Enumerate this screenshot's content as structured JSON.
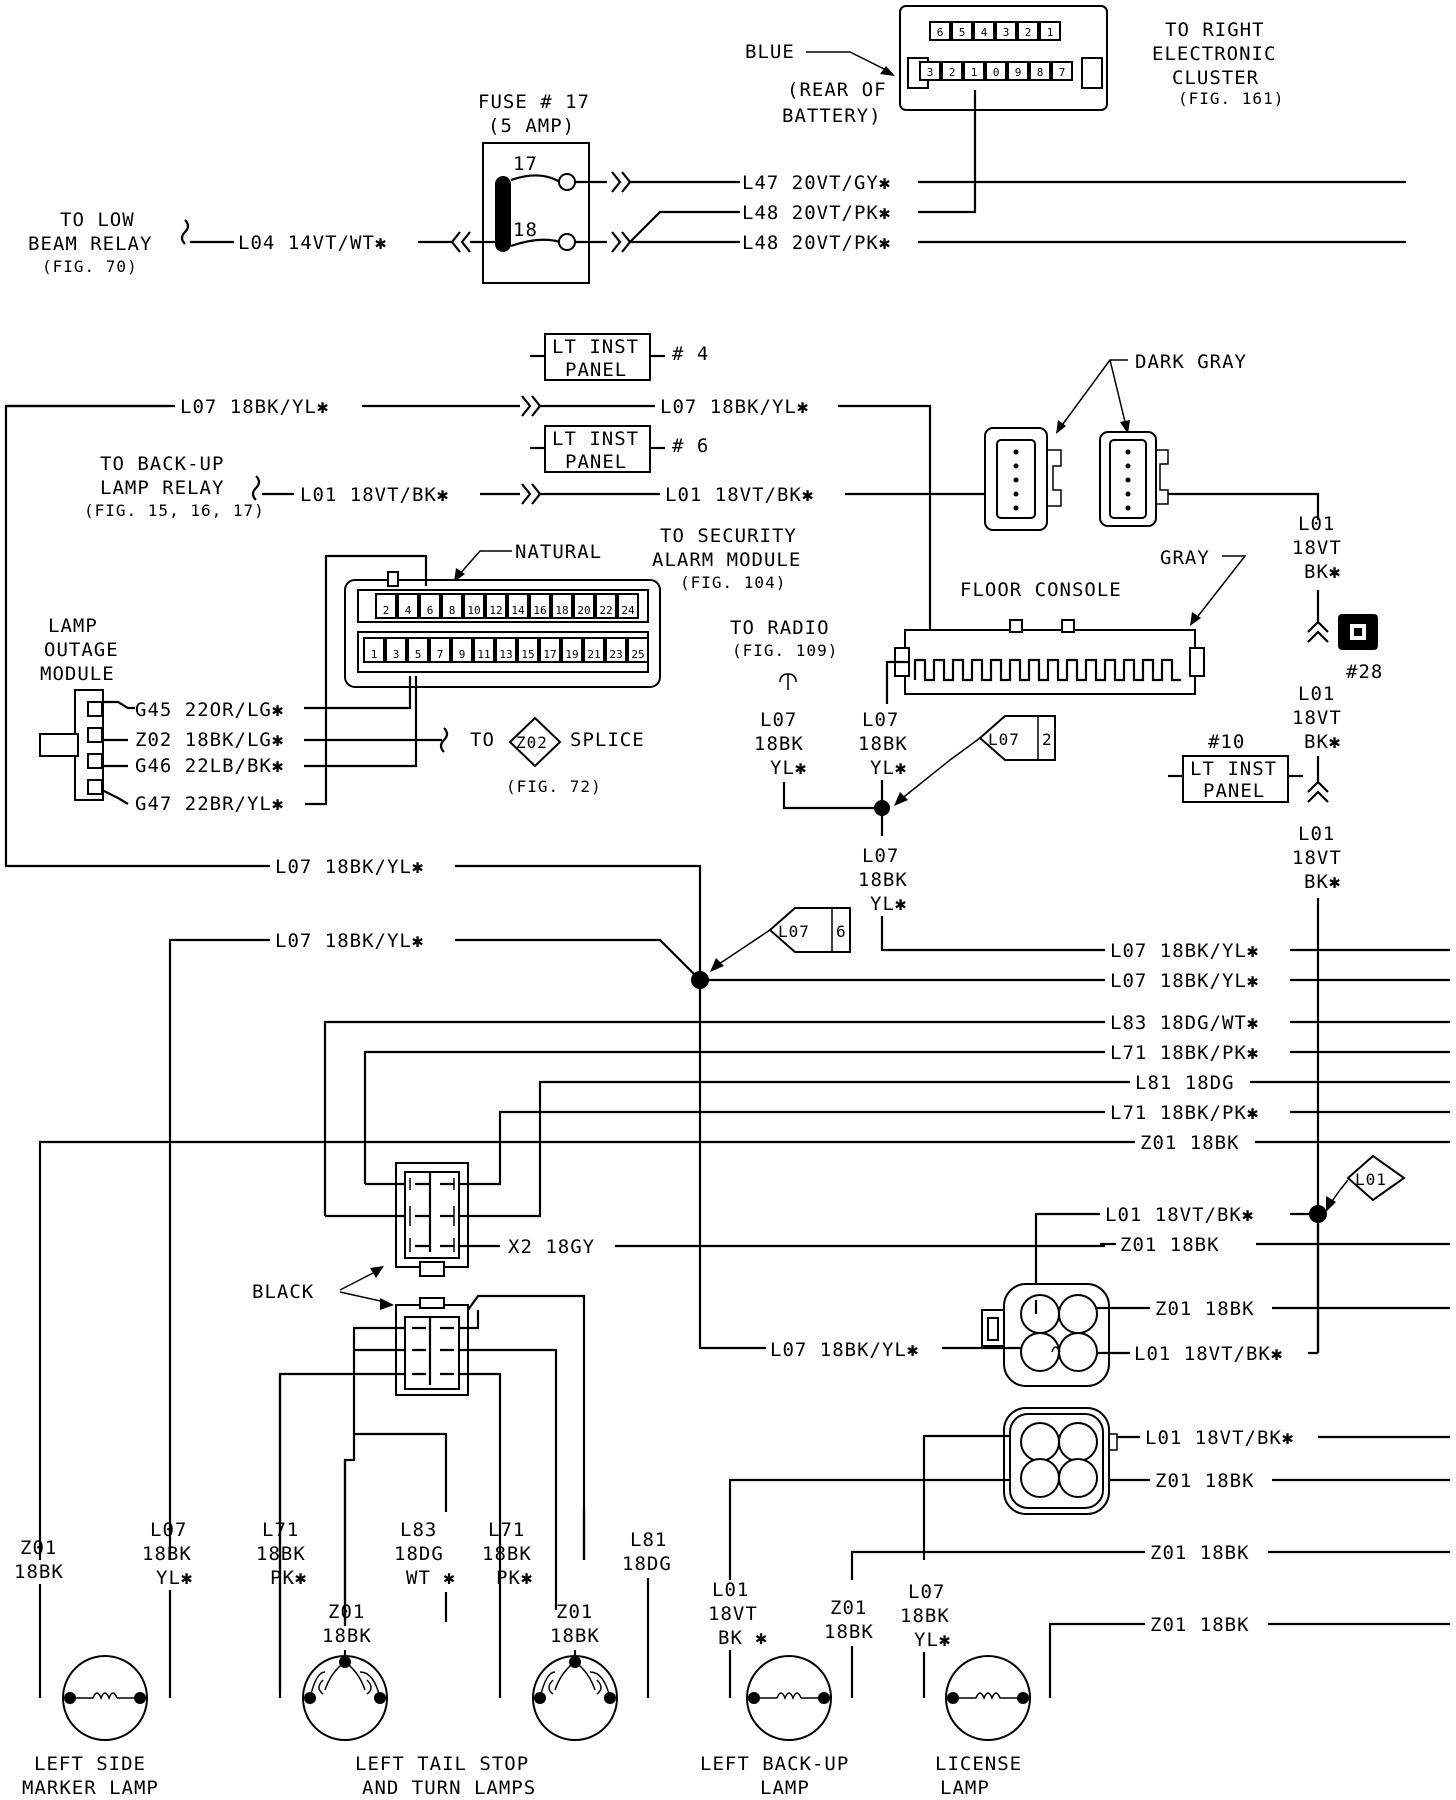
{
  "top": {
    "blue": "BLUE",
    "rear_battery_1": "(REAR OF",
    "rear_battery_2": "BATTERY)",
    "right_cluster_1": "TO RIGHT",
    "right_cluster_2": "ELECTRONIC",
    "right_cluster_3": "CLUSTER",
    "right_cluster_4": "(FIG. 161)",
    "cluster_pins_top": [
      "6",
      "5",
      "4",
      "3",
      "2",
      "1"
    ],
    "cluster_pins_bottom": [
      "3",
      "2",
      "1",
      "0",
      "9",
      "8",
      "7"
    ],
    "fuse_1": "FUSE # 17",
    "fuse_2": "(5 AMP)",
    "fuse_17": "17",
    "fuse_18": "18",
    "low_beam_1": "TO LOW",
    "low_beam_2": "BEAM RELAY",
    "low_beam_3": "(FIG. 70)",
    "w_l04": "L04  14VT/WT✱",
    "w_l47": "L47  20VT/GY✱",
    "w_l48a": "L48  20VT/PK✱",
    "w_l48b": "L48  20VT/PK✱"
  },
  "mid": {
    "lt_inst_panel_1": "LT INST",
    "lt_inst_panel_2": "PANEL",
    "num4": "# 4",
    "num6": "# 6",
    "num10": "#10",
    "num28": "#28",
    "dark_gray": "DARK GRAY",
    "natural": "NATURAL",
    "gray": "GRAY",
    "floor_console": "FLOOR CONSOLE",
    "security_1": "TO SECURITY",
    "security_2": "ALARM MODULE",
    "security_3": "(FIG. 104)",
    "radio_1": "TO RADIO",
    "radio_2": "(FIG. 109)",
    "backup_relay_1": "TO BACK-UP",
    "backup_relay_2": "LAMP RELAY",
    "backup_relay_3": "(FIG. 15, 16, 17)",
    "lamp_outage_1": "LAMP",
    "lamp_outage_2": "OUTAGE",
    "lamp_outage_3": "MODULE",
    "w_l07_top_left": "L07  18BK/YL✱",
    "w_l07_top_right": "L07  18BK/YL✱",
    "w_l01_left": "L01  18VT/BK✱",
    "w_l01_right": "L01  18VT/BK✱",
    "w_g45": "G45  22OR/LG✱",
    "w_z02": "Z02  18BK/LG✱",
    "w_g46": "G46  22LB/BK✱",
    "w_g47": "G47  22BR/YL✱",
    "to": "TO",
    "z02": "Z02",
    "splice": "SPLICE",
    "fig72": "(FIG. 72)",
    "natural_pins_top": [
      "2",
      "4",
      "6",
      "8",
      "10",
      "12",
      "14",
      "16",
      "18",
      "20",
      "22",
      "24"
    ],
    "natural_pins_bottom": [
      "1",
      "3",
      "5",
      "7",
      "9",
      "11",
      "13",
      "15",
      "17",
      "19",
      "21",
      "23",
      "25"
    ],
    "l07": "L07",
    "18bk": "18BK",
    "yl": "YL✱",
    "l07_2": "2",
    "l07_6": "6",
    "l01": "L01",
    "18vt": "18VT",
    "bk": "BK✱"
  },
  "bus": {
    "l07_a": "L07  18BK/YL✱",
    "l07_b": "L07  18BK/YL✱",
    "l07_c": "L07  18BK/YL✱",
    "l07_d": "L07  18BK/YL✱",
    "l07_e": "L07  18BK/YL✱",
    "l83": "L83  18DG/WT✱",
    "l71_a": "L71  18BK/PK✱",
    "l81": "L81  18DG",
    "l71_b": "L71  18BK/PK✱",
    "z01": "Z01  18BK",
    "l01_a": "L01  18VT/BK✱",
    "z01_b": "Z01  18BK",
    "x2": "X2  18GY",
    "black": "BLACK",
    "z01_c": "Z01  18BK",
    "l01_b": "L01  18VT/BK✱",
    "l01_c": "L01  18VT/BK✱",
    "z01_d": "Z01  18BK",
    "z01_e": "Z01  18BK",
    "z01_f": "Z01  18BK"
  },
  "lamps": {
    "side_marker_1": "LEFT SIDE",
    "side_marker_2": "MARKER LAMP",
    "tail_1": "LEFT TAIL  STOP",
    "tail_2": "AND TURN LAMPS",
    "backup_1": "LEFT BACK-UP",
    "backup_2": "LAMP",
    "license_1": "LICENSE",
    "license_2": "LAMP",
    "z01": "Z01",
    "18bk": "18BK",
    "l07": "L07",
    "yl": "YL✱",
    "l71": "L71",
    "pk": "PK✱",
    "l83": "L83",
    "18dg": "18DG",
    "wt": "WT ✱",
    "l81": "L81",
    "l01": "L01",
    "18vt": "18VT",
    "bk": "BK ✱"
  }
}
